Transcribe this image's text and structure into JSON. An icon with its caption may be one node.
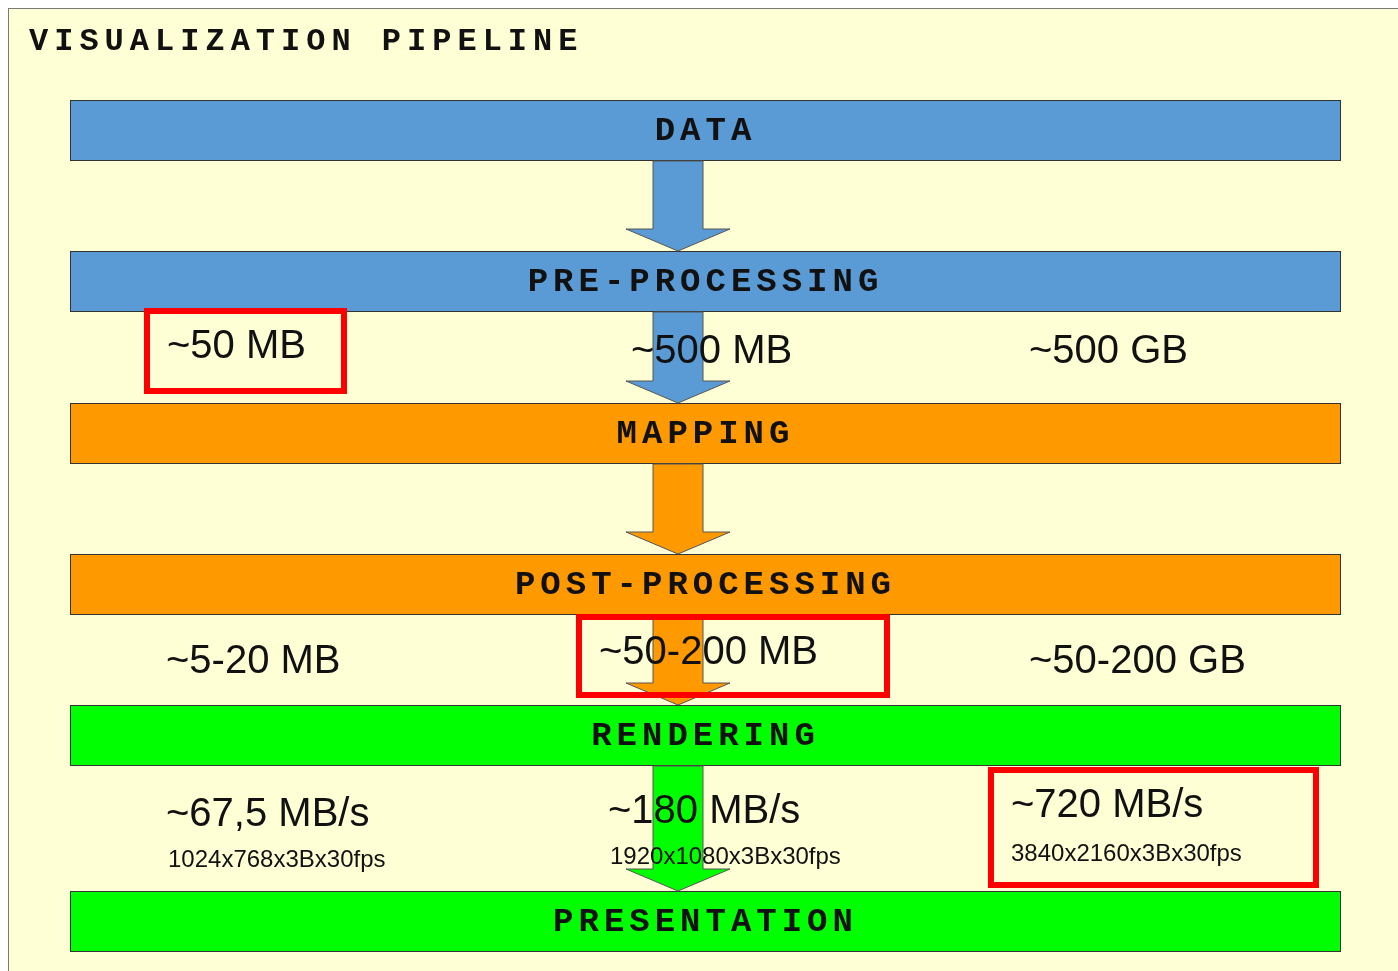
{
  "diagram": {
    "title": "VISUALIZATION PIPELINE",
    "nodes": [
      {
        "text": [
          "DATA"
        ]
      },
      {
        "text": [
          "PRE-PROCESSING"
        ]
      },
      {
        "text": [
          "~50 MB"
        ]
      },
      {
        "text": [
          "MAPPING"
        ]
      },
      {
        "text": [
          "POST-PROCESSING"
        ]
      },
      {
        "text": [
          "~50-200 MB"
        ]
      },
      {
        "text": [
          "RENDERING"
        ]
      },
      {
        "text": [
          "~720 MB/s",
          "3840x2160x3Bx30fps"
        ]
      },
      {
        "text": [
          "PRESENTATION"
        ]
      }
    ],
    "edges": [
      {
        "from": 0,
        "to": 1,
        "arrow": "to",
        "color": "#5b9bd5"
      },
      {
        "from": 1,
        "to": 3,
        "arrow": "to",
        "color": "#5b9bd5"
      },
      {
        "from": 3,
        "to": 4,
        "arrow": "to",
        "color": "#ff9900"
      },
      {
        "from": 4,
        "to": 6,
        "arrow": "to",
        "color": "#ff9900"
      },
      {
        "from": 6,
        "to": 8,
        "arrow": "to",
        "color": "#00ff00"
      }
    ],
    "labels": [
      "~500 MB",
      "~500 GB",
      "~5-20 MB",
      "~50-200 GB",
      "~67,5 MB/s",
      "1024x768x3Bx30fps",
      "~180 MB/s",
      "1920x1080x3Bx30fps"
    ]
  }
}
